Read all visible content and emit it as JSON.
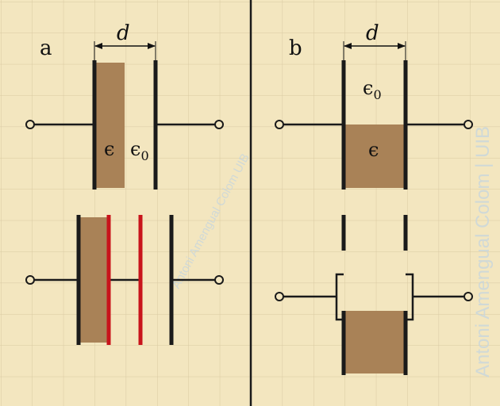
{
  "panels": {
    "a": {
      "label": "a"
    },
    "b": {
      "label": "b"
    }
  },
  "symbols": {
    "distance": "d",
    "permittivity": "ϵ",
    "vacuum_base": "ϵ",
    "vacuum_sub": "0"
  },
  "watermark": {
    "side_text": "Antoni Amengual Colom | UIB",
    "diagonal_text": "Antoni Amengual Colom UIB"
  },
  "colors": {
    "background": "#f3e6bf",
    "grid": "#d9c9a2",
    "plate": "#1a1a1a",
    "dielectric": "#a98257",
    "red_plate": "#c8141b"
  }
}
